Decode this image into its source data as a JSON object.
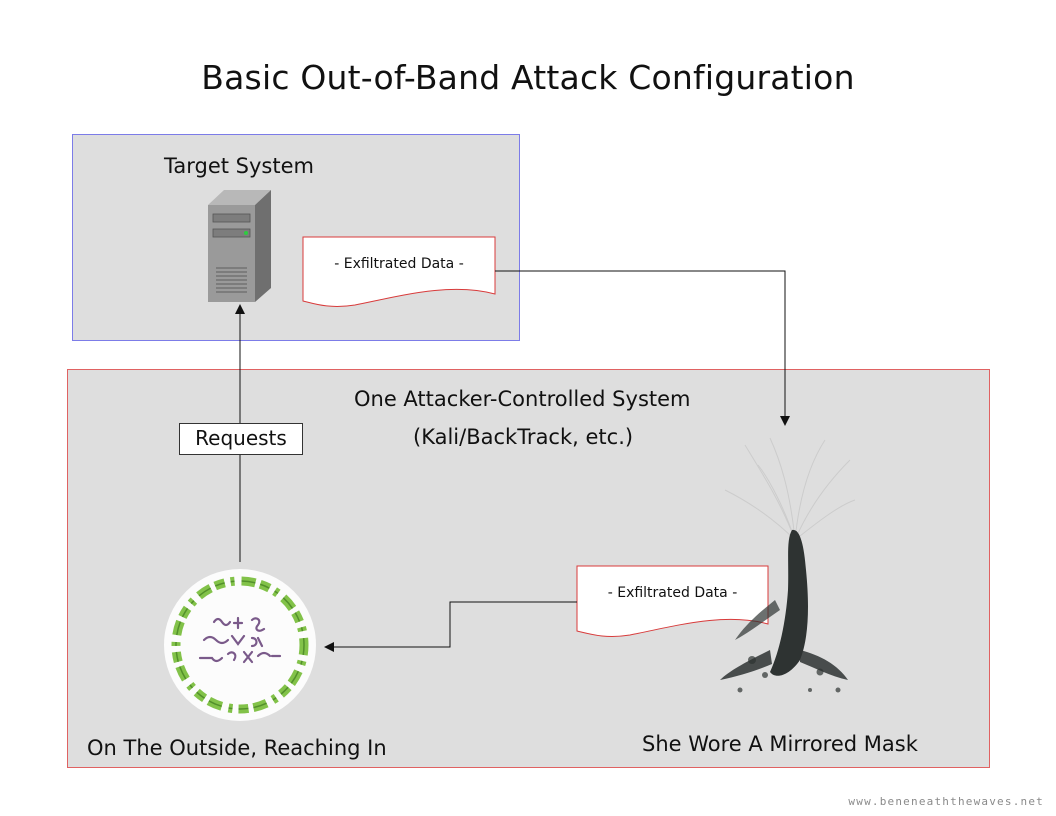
{
  "title": "Basic Out-of-Band Attack Configuration",
  "target": {
    "label": "Target System",
    "document_label": "- Exfiltrated Data -",
    "server_icon": "server-tower-icon"
  },
  "attacker": {
    "label_line1": "One Attacker-Controlled System",
    "label_line2": "(Kali/BackTrack, etc.)",
    "outside_label": "On The Outside, Reaching In",
    "mask_label": "She Wore A Mirrored Mask",
    "document_label": "- Exfiltrated Data -",
    "outside_icon": "glyph-circle-icon",
    "mask_icon": "ink-figure-icon"
  },
  "requests_label": "Requests",
  "footer": "www.beneneaththewaves.net",
  "colors": {
    "target_border": "#7c7ce8",
    "attacker_border": "#e06262",
    "panel_fill": "#dedede",
    "document_border": "#d83b3b"
  }
}
